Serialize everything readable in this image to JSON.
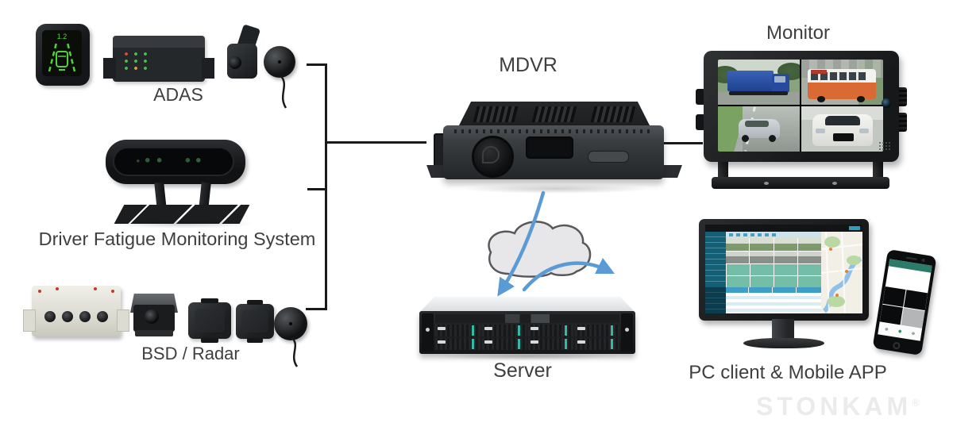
{
  "labels": {
    "adas": "ADAS",
    "dfms": "Driver Fatigue Monitoring System",
    "bsd": "BSD / Radar",
    "mdvr": "MDVR",
    "monitor": "Monitor",
    "server": "Server",
    "client": "PC client & Mobile APP"
  },
  "adas_display": {
    "value": "1.2"
  },
  "watermark": {
    "text": "STONKAM",
    "reg": "®"
  },
  "colors": {
    "connector": "#1a1a1a",
    "arrow": "#5b9bd5",
    "cloud_fill": "#e7e7e9",
    "cloud_stroke": "#58585a",
    "label_text": "#3f3f3f",
    "watermark_text": "#ebebeb",
    "adas_green": "#52d13c",
    "cms_teal": "#74bda6",
    "cms_sidebar": "#135f75",
    "server_accent": "#35b8a8"
  }
}
